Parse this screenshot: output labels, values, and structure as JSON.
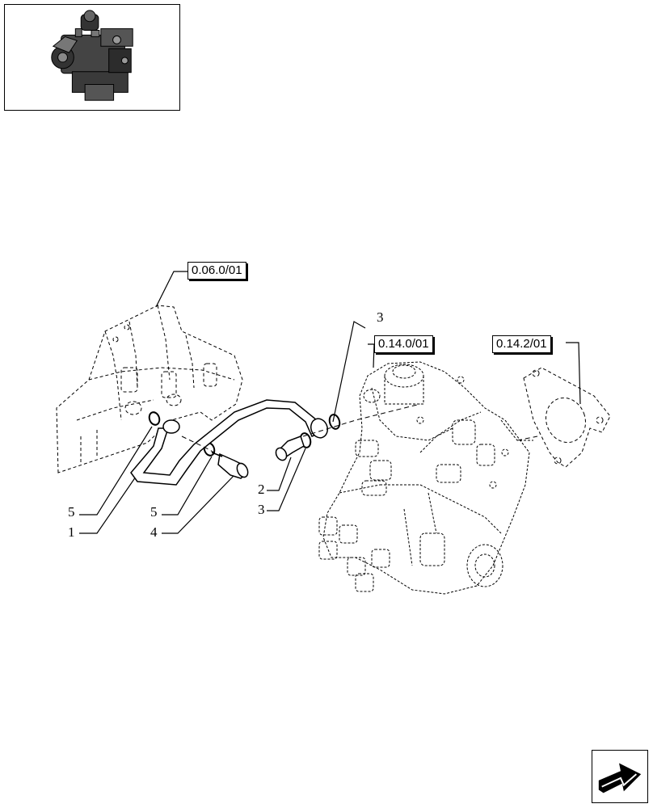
{
  "thumbnail": {
    "icon": "engine-icon"
  },
  "references": [
    {
      "id": "ref-0-06",
      "label": "0.06.0/01"
    },
    {
      "id": "ref-0-14-0",
      "label": "0.14.0/01"
    },
    {
      "id": "ref-0-14-2",
      "label": "0.14.2/01"
    }
  ],
  "callouts": {
    "c3_top": "3",
    "c2": "2",
    "c3_bottom": "3",
    "c5_left": "5",
    "c1": "1",
    "c5_mid": "5",
    "c4": "4"
  },
  "navigation": {
    "icon": "next-page-arrow-icon"
  }
}
